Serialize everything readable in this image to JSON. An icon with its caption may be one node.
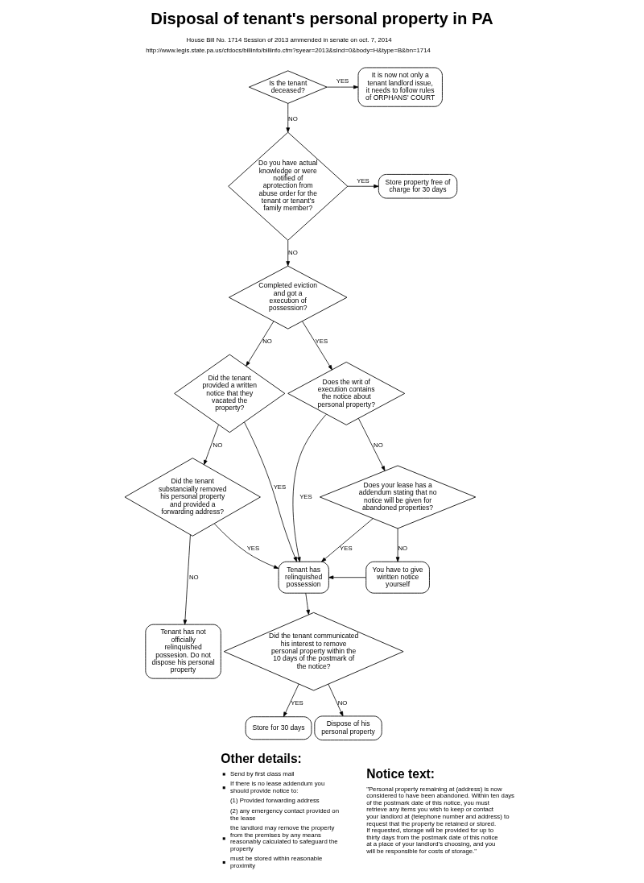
{
  "diagram": {
    "title": "Disposal of tenant's personal property in PA",
    "nodes": [
      {
        "text": [
          "Is the tenant deceased?"
        ]
      },
      {
        "text": [
          "It is now not only a tenant landlord issue, it needs to follow rules of ORPHANS' COURT"
        ]
      },
      {
        "text": [
          "Do you have actual knowledge or were notified of aprotection from abuse order for the tenant or tenant's family member?"
        ]
      },
      {
        "text": [
          "Store property free of charge for 30 days"
        ]
      },
      {
        "text": [
          "Completed eviction and got a execution of possession?"
        ]
      },
      {
        "text": [
          "Did the tenant provided a written notice that they vacated the property?"
        ]
      },
      {
        "text": [
          "Does the writ of execution contains the notice about personal property?"
        ]
      },
      {
        "text": [
          "Did the tenant substancially removed his personal property and provided a forwarding address?"
        ]
      },
      {
        "text": [
          "Does your lease has a addendum stating that no notice will be given for abandoned properties?"
        ]
      },
      {
        "text": [
          "Tenant has relinquished possession"
        ]
      },
      {
        "text": [
          "You have to give wiritten notice yourself"
        ]
      },
      {
        "text": [
          "Tenant has not officially relinquished possesion. Do not dispose his personal property"
        ]
      },
      {
        "text": [
          "Did the tenant communicated his interest to remove personal property within the 10 days of the postmark of the notice?"
        ]
      },
      {
        "text": [
          "Store for 30 days"
        ]
      },
      {
        "text": [
          "Dispose of his personal property"
        ]
      }
    ],
    "edges": [
      {
        "from": 0,
        "to": 1,
        "arrow": "to",
        "label": "YES"
      },
      {
        "from": 0,
        "to": 2,
        "arrow": "to",
        "label": "NO"
      },
      {
        "from": 2,
        "to": 3,
        "arrow": "to",
        "label": "YES"
      },
      {
        "from": 2,
        "to": 4,
        "arrow": "to",
        "label": "NO"
      },
      {
        "from": 4,
        "to": 5,
        "arrow": "to",
        "label": "NO"
      },
      {
        "from": 4,
        "to": 6,
        "arrow": "to",
        "label": "YES"
      },
      {
        "from": 5,
        "to": 7,
        "arrow": "to",
        "label": "NO"
      },
      {
        "from": 5,
        "to": 9,
        "arrow": "to",
        "label": "YES"
      },
      {
        "from": 6,
        "to": 9,
        "arrow": "to",
        "label": "YES"
      },
      {
        "from": 6,
        "to": 8,
        "arrow": "to",
        "label": "NO"
      },
      {
        "from": 7,
        "to": 9,
        "arrow": "to",
        "label": "YES"
      },
      {
        "from": 7,
        "to": 11,
        "arrow": "to",
        "label": "NO"
      },
      {
        "from": 8,
        "to": 9,
        "arrow": "to",
        "label": "YES"
      },
      {
        "from": 8,
        "to": 10,
        "arrow": "to",
        "label": "NO"
      },
      {
        "from": 9,
        "to": 12,
        "arrow": "to"
      },
      {
        "from": 10,
        "to": 9,
        "arrow": "to"
      },
      {
        "from": 12,
        "to": 13,
        "arrow": "to",
        "label": "YES"
      },
      {
        "from": 12,
        "to": 14,
        "arrow": "to",
        "label": "NO"
      }
    ],
    "labels": [
      "House Bill No. 1714 Session of 2013 ammended in senate on oct. 7, 2014",
      "http://www.legis.state.pa.us/cfdocs/billinfo/billinfo.cfm?syear=2013&sInd=0&body=H&type=B&bn=1714",
      "Notice text:",
      "\"Personal property remaining at (address) is now considered to have been abandoned. Within ten days of the postmark date of this notice, you must retrieve any items you wish to keep or contact your landlord at (telephone number and address) to request that the property be retained or stored. If requested, storage will be provided for up to thirty days from the postmark date of this notice at a place of your landlord's choosing, and you will be responsible for costs of storage.\"",
      "Other details:",
      "Send by first class mail",
      "If there is no lease addendum you should provide notice to:",
      "(1) Provided forwarding address",
      "(2) any emergency contact provided on the lease",
      "the landlord may remove the property from the premises by any means reasonably calculated to safeguard the property",
      "must be stored within reasonable proximity"
    ]
  }
}
